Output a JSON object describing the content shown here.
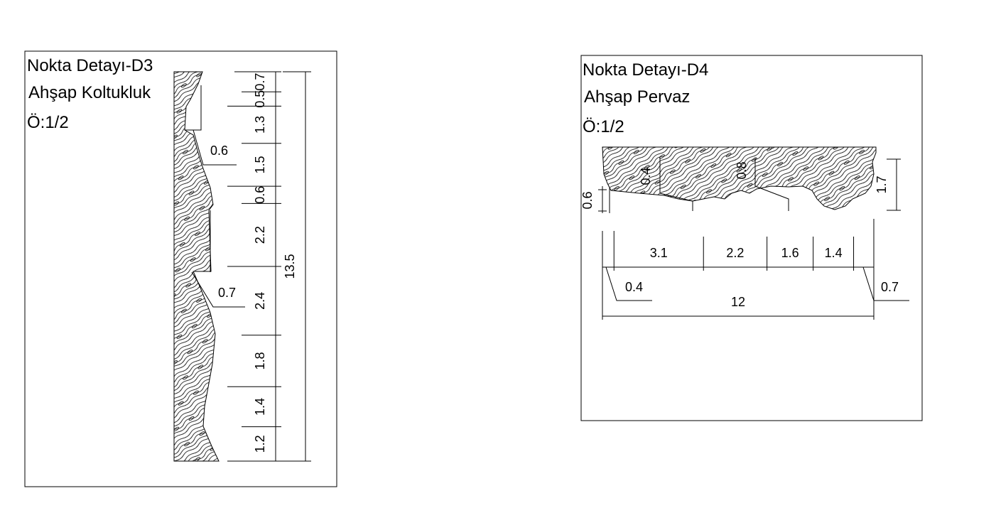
{
  "d3": {
    "title": "Nokta Detayı-D3",
    "subtitle": "Ahşap Koltukluk",
    "scale": "Ö:1/2",
    "vertical_dims": [
      "0.7",
      "0.5",
      "1.3",
      "1.5",
      "0.6",
      "2.2",
      "2.4",
      "1.8",
      "1.4",
      "1.2"
    ],
    "total": "13.5",
    "leader_a": "0.6",
    "leader_b": "0.7"
  },
  "d4": {
    "title": "Nokta Detayı-D4",
    "subtitle": "Ahşap Pervaz",
    "scale": "Ö:1/2",
    "horizontal_dims": [
      "3.1",
      "2.2",
      "1.6",
      "1.4"
    ],
    "left_small": "0.4",
    "right_small": "0.7",
    "total": "12",
    "height_left": "0.6",
    "height_right": "1.7",
    "inner_a": "0.4",
    "inner_b": "0.8"
  }
}
